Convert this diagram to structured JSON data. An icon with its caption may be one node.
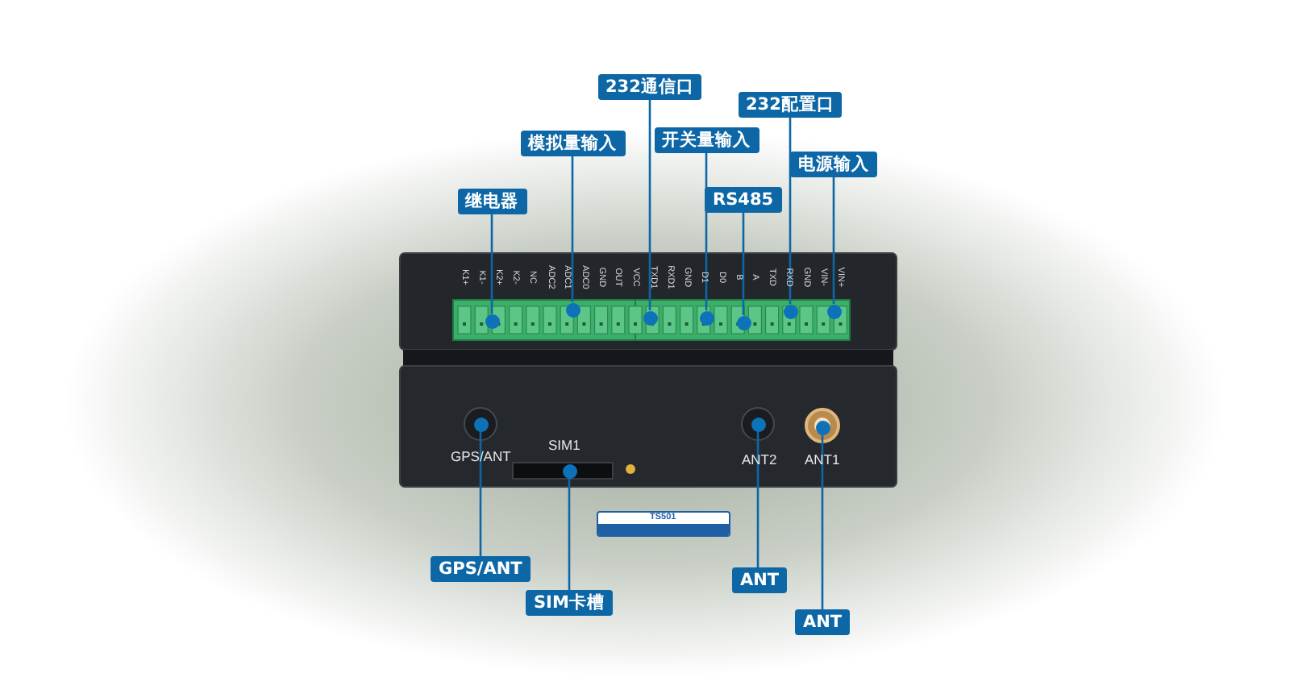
{
  "diagram": {
    "nodes": [
      {
        "text": [
          "232通信口"
        ]
      },
      {
        "text": [
          "232配置口"
        ]
      },
      {
        "text": [
          "开关量输入"
        ]
      },
      {
        "text": [
          "模拟量输入"
        ]
      },
      {
        "text": [
          "电源输入"
        ]
      },
      {
        "text": [
          "RS485"
        ]
      },
      {
        "text": [
          "继电器"
        ]
      },
      {
        "text": [
          "GPS/ANT"
        ]
      },
      {
        "text": [
          "ANT"
        ]
      },
      {
        "text": [
          "SIM卡槽"
        ]
      },
      {
        "text": [
          "ANT"
        ]
      },
      {
        "text": [],
        "shape": "circle"
      },
      {
        "text": [],
        "shape": "circle"
      },
      {
        "text": [],
        "shape": "circle"
      },
      {
        "text": [],
        "shape": "circle"
      },
      {
        "text": [],
        "shape": "circle"
      },
      {
        "text": [],
        "shape": "circle"
      },
      {
        "text": [],
        "shape": "circle"
      },
      {
        "text": [],
        "shape": "circle"
      },
      {
        "text": [],
        "shape": "circle"
      },
      {
        "text": [],
        "shape": "circle"
      },
      {
        "text": [],
        "shape": "circle"
      }
    ],
    "edges": [
      {
        "from": 6,
        "to": 11,
        "arrow": "none"
      },
      {
        "from": 3,
        "to": 12,
        "arrow": "none"
      },
      {
        "from": 0,
        "to": 13,
        "arrow": "none"
      },
      {
        "from": 2,
        "to": 14,
        "arrow": "none"
      },
      {
        "from": 5,
        "to": 15,
        "arrow": "none"
      },
      {
        "from": 1,
        "to": 16,
        "arrow": "none"
      },
      {
        "from": 4,
        "to": 17,
        "arrow": "none"
      },
      {
        "from": 7,
        "to": 18,
        "arrow": "none"
      },
      {
        "from": 9,
        "to": 19,
        "arrow": "none"
      },
      {
        "from": 8,
        "to": 20,
        "arrow": "none"
      },
      {
        "from": 10,
        "to": 21,
        "arrow": "none"
      }
    ],
    "labels": [
      "K1+",
      "K1-",
      "K2+",
      "K2-",
      "NC",
      "ADC2",
      "ADC1",
      "ADC0",
      "GND",
      "OUT",
      "VCC",
      "TXD1",
      "RXD1",
      "GND",
      "D1",
      "D0",
      "B",
      "A",
      "TXD",
      "RXD",
      "GND",
      "VIN-",
      "VIN+",
      "GPS/ANT",
      "SIM1",
      "ANT2",
      "ANT1",
      "TS501"
    ]
  }
}
